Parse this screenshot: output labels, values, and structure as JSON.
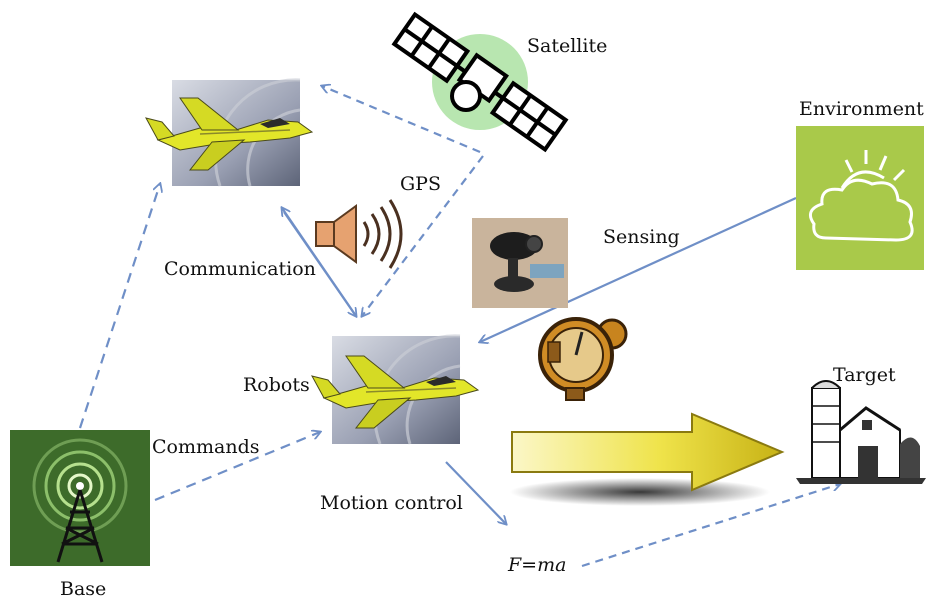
{
  "labels": {
    "satellite": "Satellite",
    "gps": "GPS",
    "environment": "Environment",
    "sensing": "Sensing",
    "communication": "Communication",
    "robots": "Robots",
    "commands": "Commands",
    "motion_control": "Motion control",
    "formula": "F=ma",
    "target": "Target",
    "base": "Base"
  },
  "colors": {
    "arrow_blue": "#6f8fc7",
    "environment_green": "#a9c94a",
    "base_green": "#3d6b2a",
    "satellite_halo": "#b8e6b0",
    "jet_yellow": "#e2e629",
    "big_arrow_yellow": "#f0e03a"
  },
  "icons": [
    "satellite-icon",
    "jet-icon",
    "speaker-icon",
    "webcam-icon",
    "gauge-icon",
    "weather-icon",
    "antenna-tower-icon",
    "barn-silo-icon",
    "big-arrow-icon"
  ]
}
